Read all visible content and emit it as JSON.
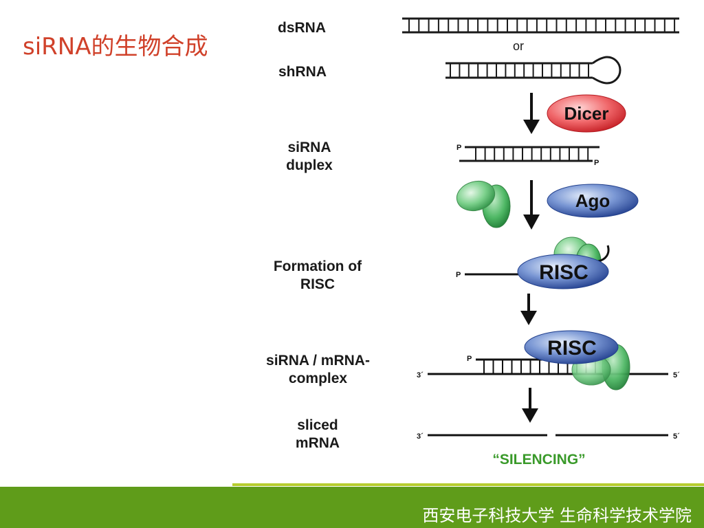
{
  "slide": {
    "title": "siRNA的生物合成",
    "footer": "西安电子科技大学  生命科学技术学院"
  },
  "labels": {
    "dsrna": "dsRNA",
    "or": "or",
    "shrna": "shRNA",
    "sirna_duplex": [
      "siRNA",
      "duplex"
    ],
    "formation": [
      "Formation of",
      "RISC"
    ],
    "complex": [
      "siRNA / mRNA-",
      "complex"
    ],
    "sliced": [
      "sliced",
      "mRNA"
    ],
    "silencing": "“SILENCING”"
  },
  "proteins": {
    "dicer": "Dicer",
    "ago": "Ago",
    "risc_1": "RISC",
    "risc_2": "RISC"
  },
  "ends": {
    "p": "P",
    "three_prime": "3´",
    "five_prime": "5´"
  },
  "colors": {
    "title": "#d0412a",
    "dicer": "#e0383a",
    "ago": "#3f62b0",
    "green": "#4fb865",
    "silencing": "#3a9a2a",
    "footer": "#5f9c1a"
  }
}
